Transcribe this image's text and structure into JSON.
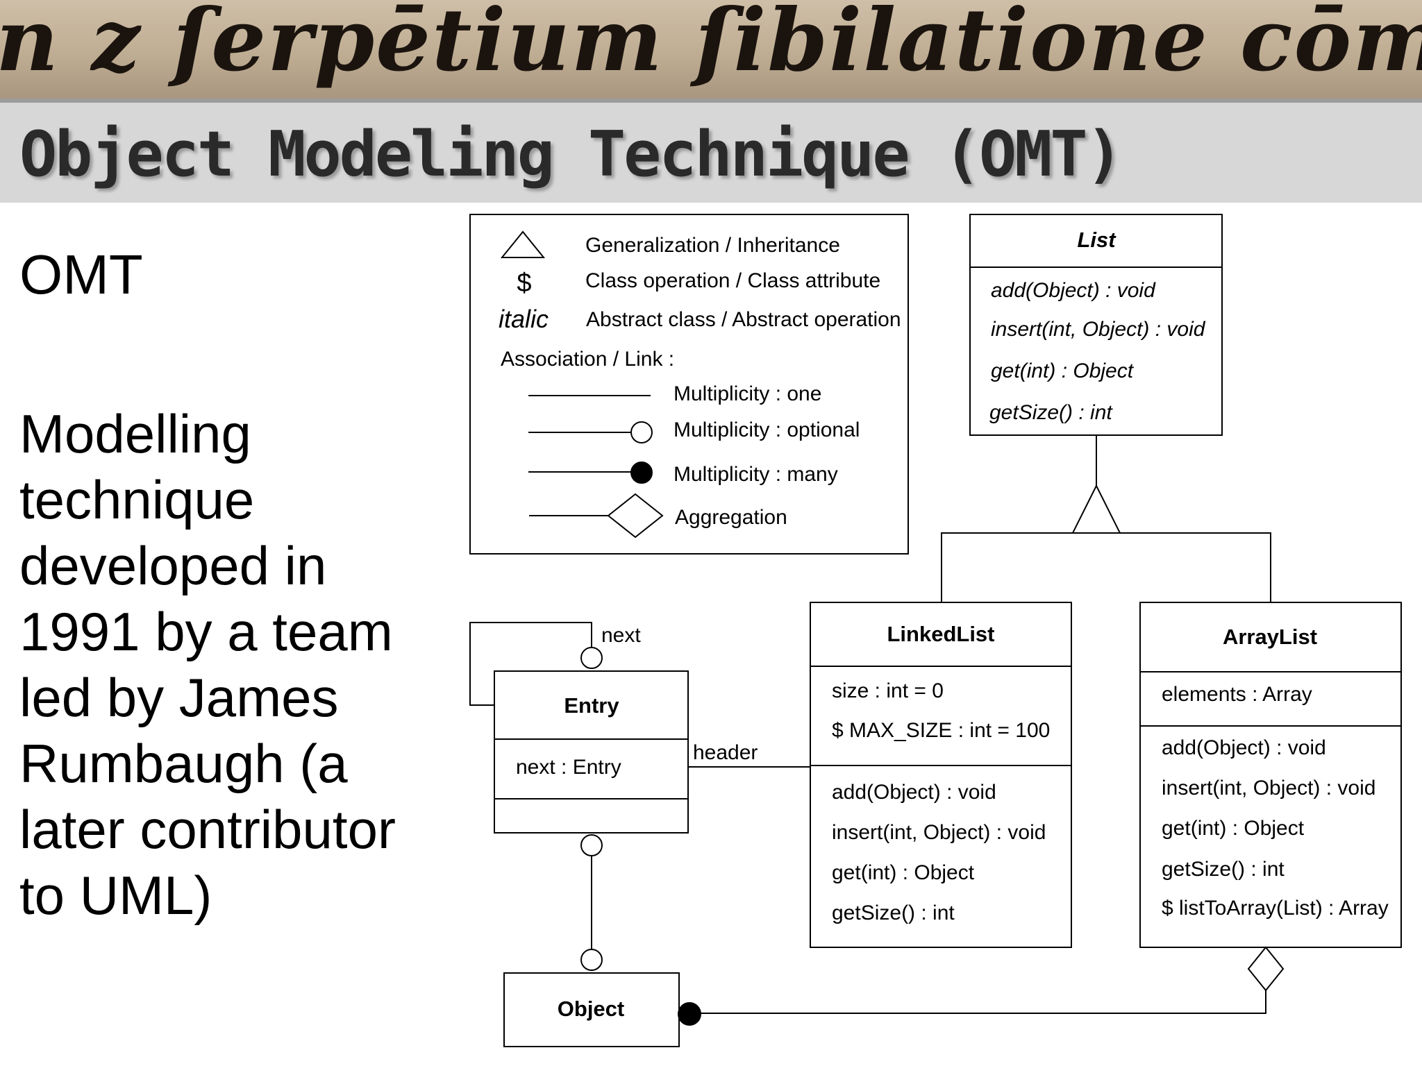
{
  "banner": {
    "text": "n z ſerpētium ſibilatione cōmon-"
  },
  "slide_title": "Object Modeling Technique (OMT)",
  "heading": "OMT",
  "body": "Modelling technique developed in 1991 by a team led by James Rumbaugh (a later contributor to UML)",
  "legend": {
    "symbol_dollar": "$",
    "symbol_italic": "italic",
    "generalization": "Generalization / Inheritance",
    "class_operation": "Class operation / Class attribute",
    "abstract": "Abstract class / Abstract operation",
    "association": "Association / Link :",
    "mult_one": "Multiplicity : one",
    "mult_optional": "Multiplicity : optional",
    "mult_many": "Multiplicity : many",
    "aggregation": "Aggregation"
  },
  "classes": {
    "list": {
      "name": "List",
      "operations": [
        "add(Object) : void",
        "insert(int, Object) : void",
        "get(int) : Object",
        "getSize() : int"
      ]
    },
    "linkedlist": {
      "name": "LinkedList",
      "attributes": [
        "size : int = 0",
        "$ MAX_SIZE : int = 100"
      ],
      "operations": [
        "add(Object) : void",
        "insert(int, Object) : void",
        "get(int) : Object",
        "getSize() : int"
      ]
    },
    "arraylist": {
      "name": "ArrayList",
      "attributes": [
        "elements : Array"
      ],
      "operations": [
        "add(Object) : void",
        "insert(int, Object) : void",
        "get(int) : Object",
        "getSize() : int",
        "$ listToArray(List) : Array"
      ]
    },
    "entry": {
      "name": "Entry",
      "attributes": [
        "next : Entry"
      ]
    },
    "object": {
      "name": "Object"
    }
  },
  "links": {
    "next": "next",
    "header": "header"
  }
}
